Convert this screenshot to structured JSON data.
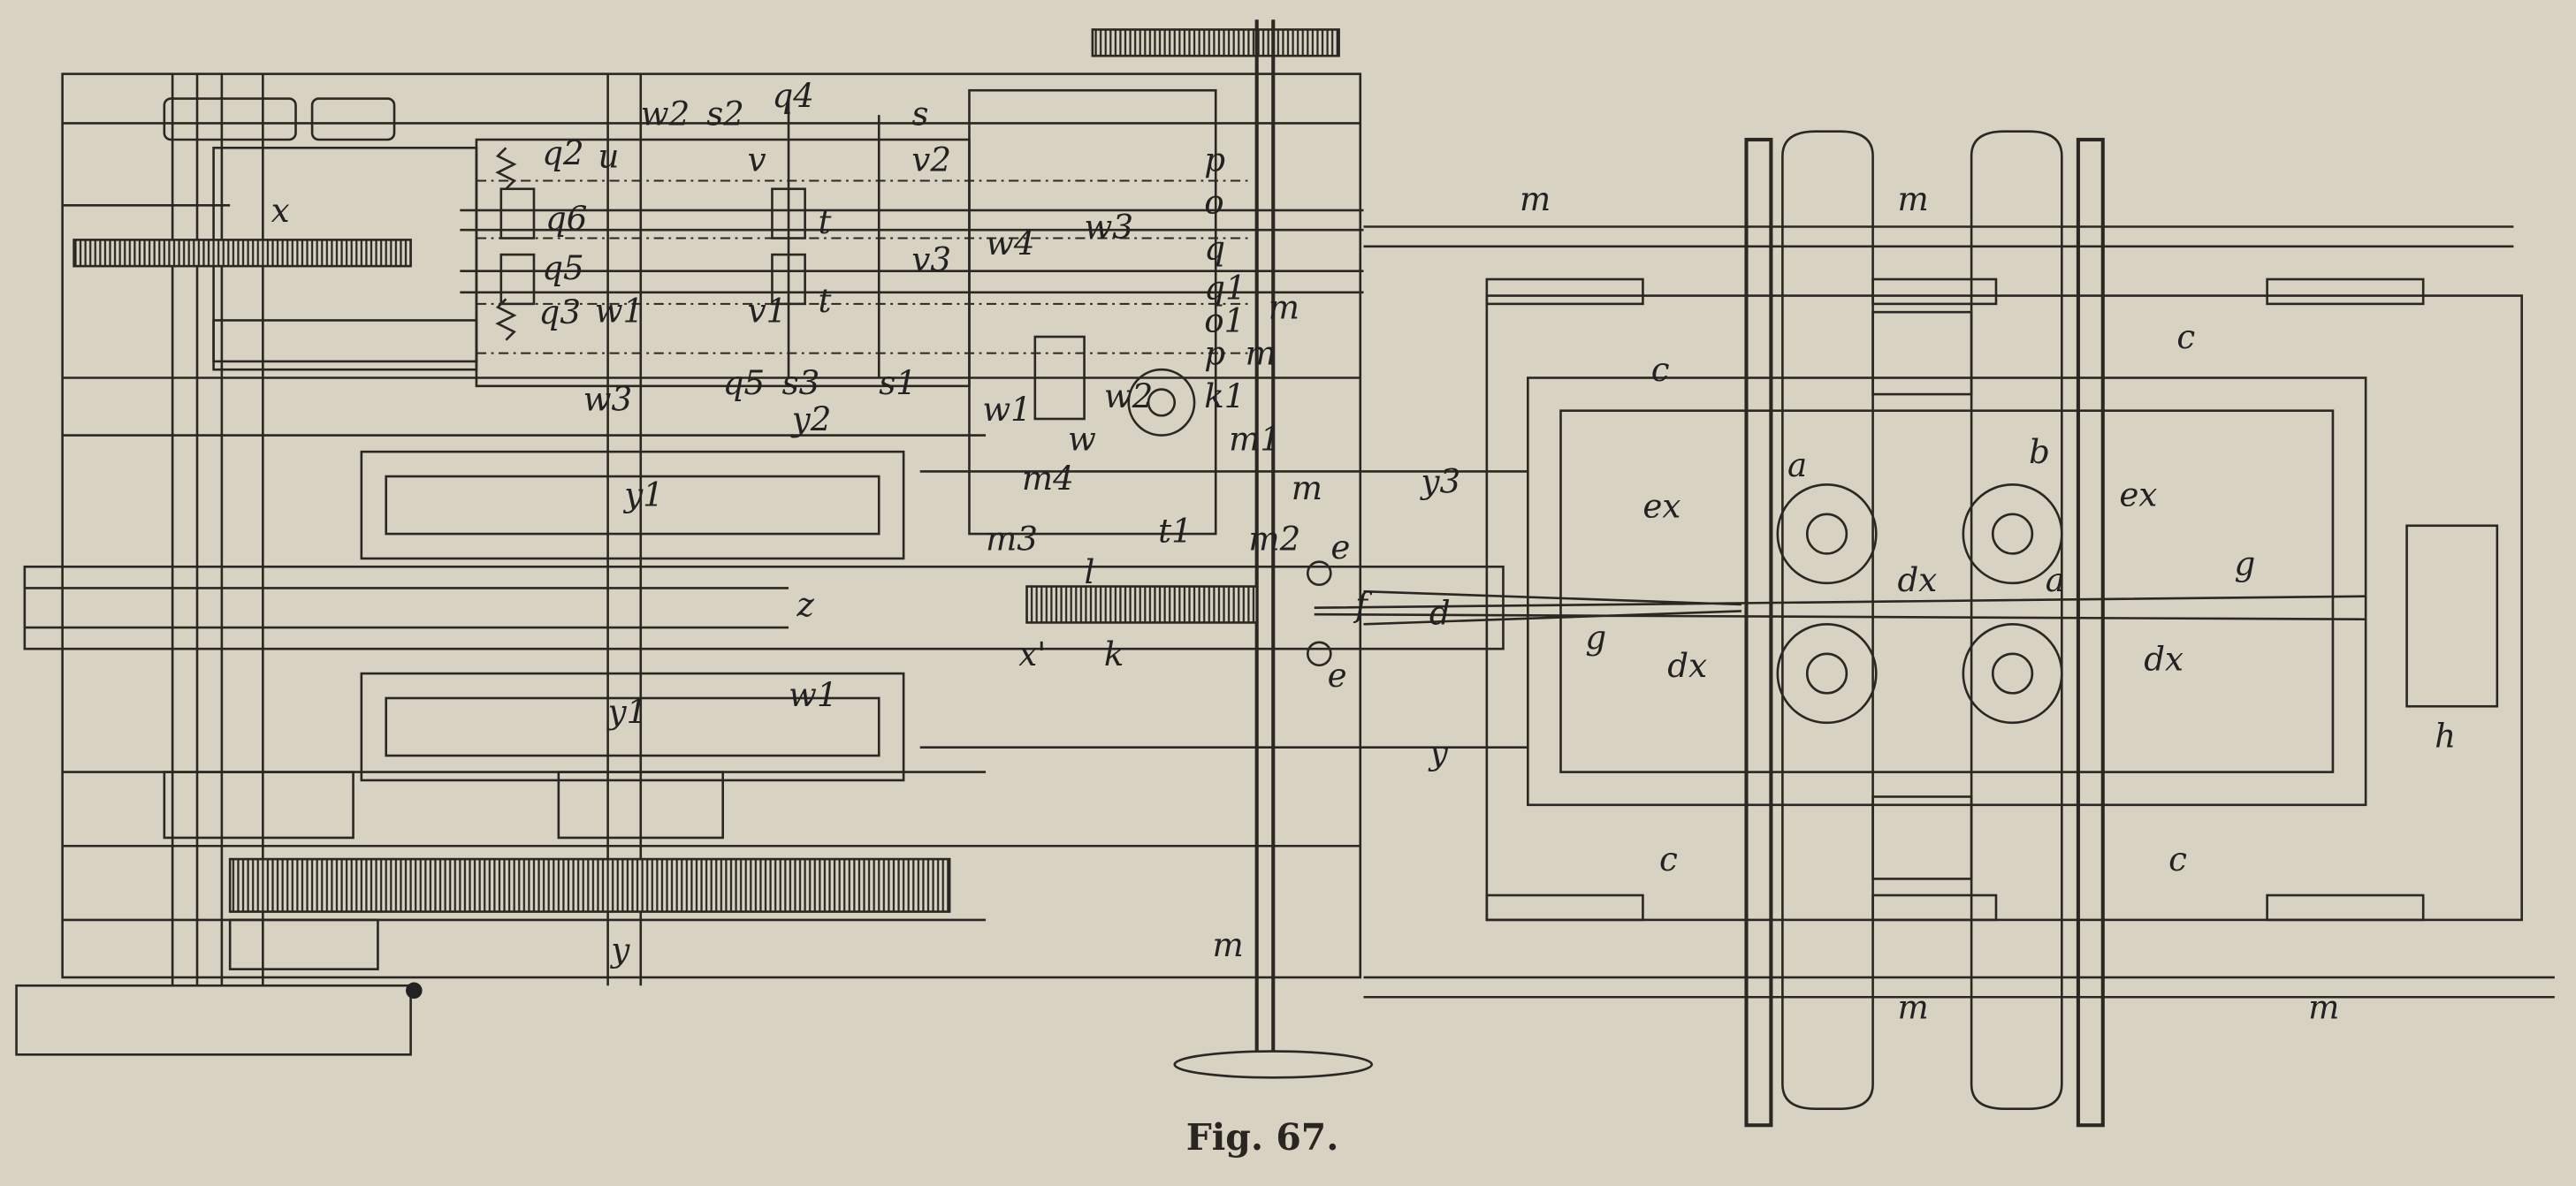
{
  "caption": "Fig. 67.",
  "labels": [
    "x",
    "q2",
    "u",
    "w2",
    "s2",
    "q4",
    "s",
    "v",
    "v2",
    "p",
    "o",
    "q",
    "t",
    "q6",
    "w4",
    "w3",
    "v3",
    "t",
    "q5",
    "q3",
    "w1",
    "v1",
    "q1",
    "o1",
    "p",
    "m",
    "w3",
    "q5",
    "s3",
    "s1",
    "y2",
    "w2",
    "k1",
    "w1",
    "w",
    "m1",
    "m4",
    "m3",
    "m2",
    "t1",
    "e",
    "l",
    "z",
    "x'",
    "k",
    "f",
    "d",
    "e",
    "g",
    "y1",
    "y1",
    "w1",
    "y3",
    "y",
    "y",
    "m",
    "m",
    "m",
    "m",
    "m",
    "m",
    "m",
    "c",
    "c",
    "c",
    "c",
    "a",
    "b",
    "a",
    "ex",
    "ex",
    "dx",
    "dx",
    "dx",
    "g",
    "h"
  ],
  "colors": {
    "paper": "#d8d2c2",
    "ink": "#2b2722"
  }
}
